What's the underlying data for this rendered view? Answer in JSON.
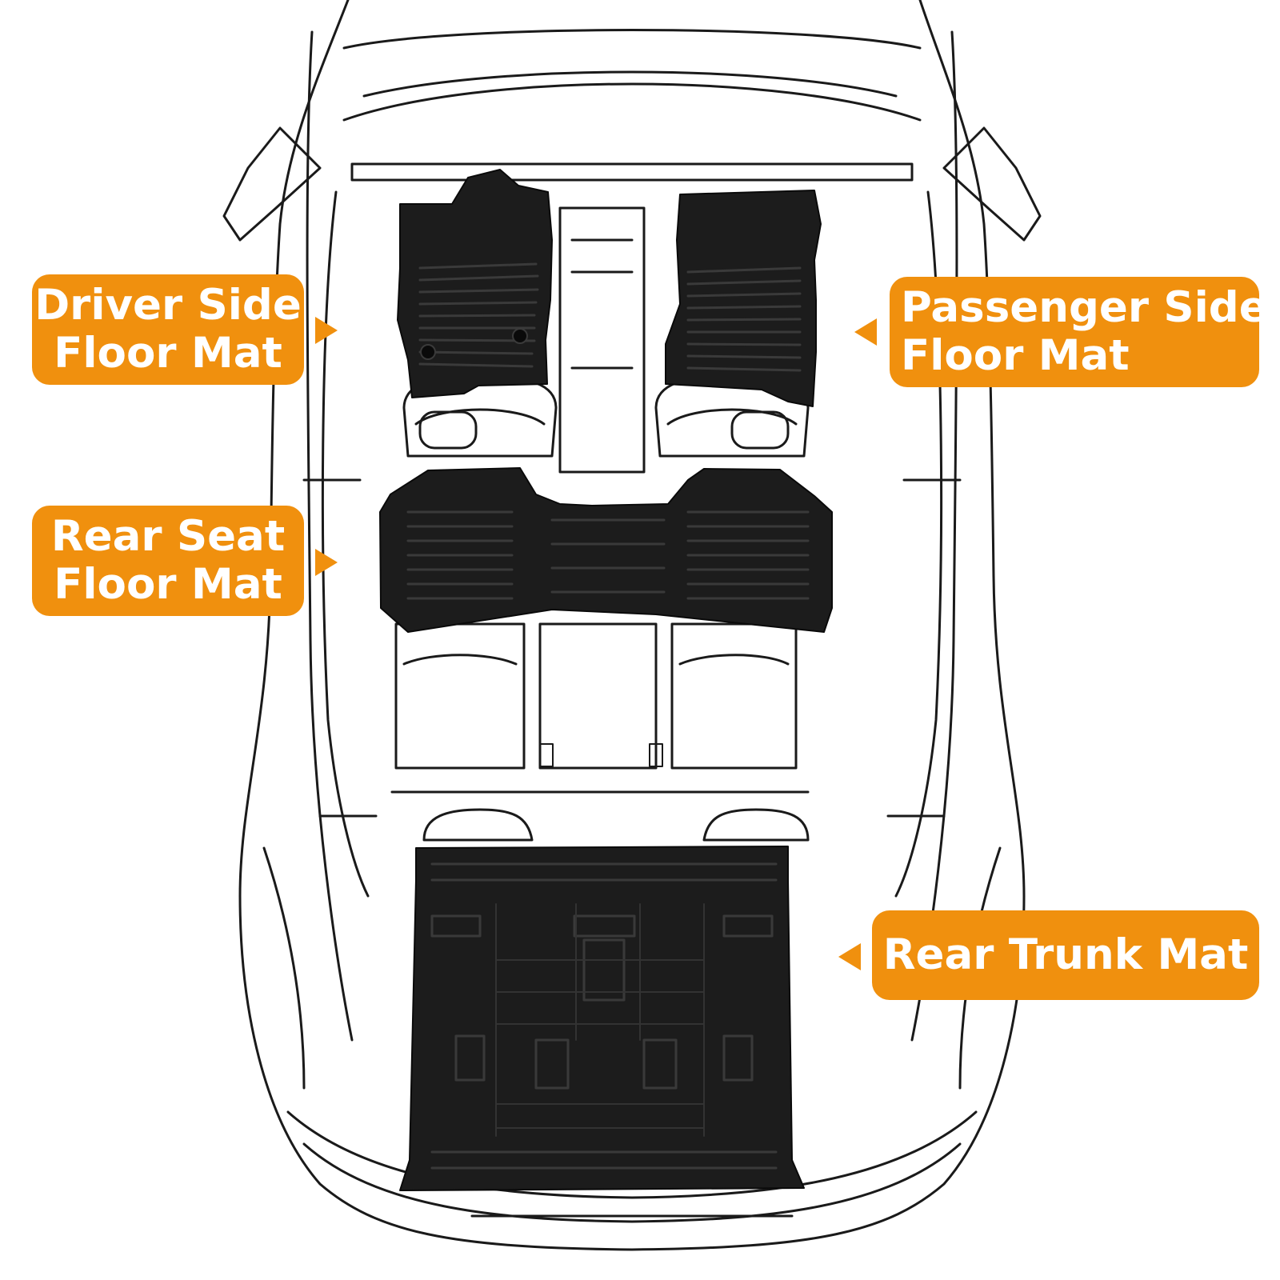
{
  "colors": {
    "callout_bg": "#F0900E",
    "callout_text": "#FFFFFF",
    "mat": "#1C1C1C",
    "car_outline": "#1A1A1A",
    "background": "#FFFFFF"
  },
  "labels": {
    "driver_side": {
      "line1": "Driver Side",
      "line2": "Floor Mat"
    },
    "passenger_side": {
      "line1": "Passenger Side",
      "line2": "Floor Mat"
    },
    "rear_seat": {
      "line1": "Rear Seat",
      "line2": "Floor Mat"
    },
    "rear_trunk": {
      "line1": "Rear Trunk Mat"
    }
  }
}
